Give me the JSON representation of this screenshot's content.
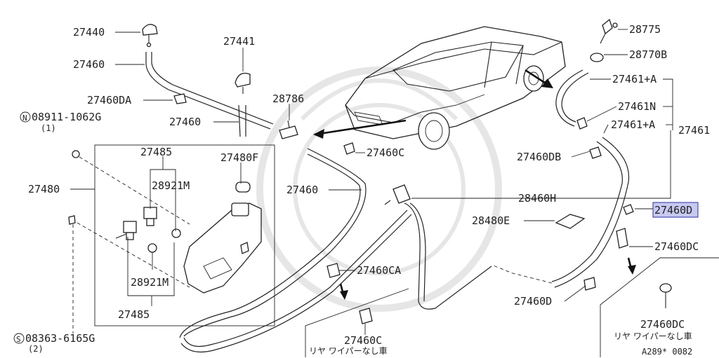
{
  "callouts": {
    "c27440": "27440",
    "c27460_top": "27460",
    "c27441": "27441",
    "c27460DA": "27460DA",
    "c28786": "28786",
    "c27460_mid": "27460",
    "c27460C": "27460C",
    "c27485_top": "27485",
    "c27480F": "27480F",
    "c28921M_top": "28921M",
    "c27480": "27480",
    "c27460_hose": "27460",
    "c28921M_bot": "28921M",
    "c27485_bot": "27485",
    "c27460CA": "27460CA",
    "c27460C_box": "27460C",
    "c28775": "28775",
    "c28770B": "28770B",
    "c27461A_1": "27461+A",
    "c27461N": "27461N",
    "c27461A_2": "27461+A",
    "c27461": "27461",
    "c27460DB": "27460DB",
    "c28460H": "28460H",
    "c27460D_hl": "27460D",
    "c28480E": "28480E",
    "c27460DC": "27460DC",
    "c27460D_bot": "27460D",
    "c27460DC_box": "27460DC"
  },
  "fasteners": {
    "n_part": "08911-1062G",
    "n_qty": "(1)",
    "n_symbol": "N",
    "s_part": "08363-6165G",
    "s_qty": "(2)",
    "s_symbol": "S"
  },
  "notes": {
    "rear_wiper_left": "リヤ ワイパーなし車",
    "rear_wiper_right": "リヤ ワイパーなし車"
  },
  "reference": "A289* 0082",
  "highlight": {
    "part": "27460D",
    "fill": "#c6c9f0",
    "stroke": "#2b2fa8"
  }
}
